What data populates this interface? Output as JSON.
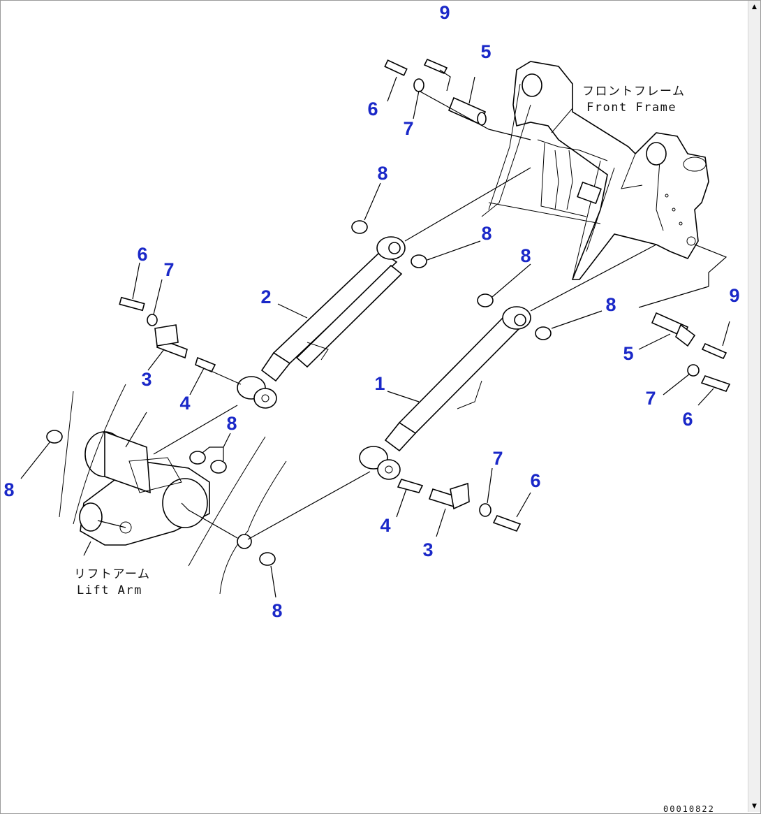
{
  "diagram": {
    "labels": {
      "front_frame_jp": "フロントフレーム",
      "front_frame_en": "Front Frame",
      "lift_arm_jp": "リフトアーム",
      "lift_arm_en": "Lift Arm"
    },
    "callouts": [
      "9",
      "5",
      "6",
      "7",
      "8",
      "8",
      "6",
      "7",
      "2",
      "8",
      "8",
      "3",
      "4",
      "1",
      "5",
      "9",
      "7",
      "6",
      "8",
      "8",
      "7",
      "6",
      "4",
      "3",
      "8"
    ],
    "drawing_code": "00010822"
  },
  "scrollbar": {
    "up_icon": "arrow-up-icon",
    "down_icon": "arrow-down-icon"
  }
}
